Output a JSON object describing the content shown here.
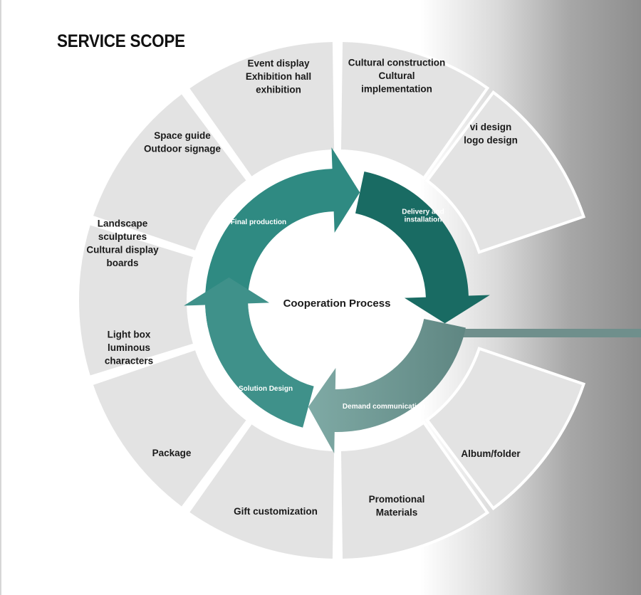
{
  "title": "SERVICE SCOPE",
  "center_label": "Cooperation Process",
  "segments": [
    {
      "lines": [
        "Cultural construction",
        "Cultural",
        "implementation"
      ]
    },
    {
      "lines": [
        "vi design",
        "logo design"
      ]
    },
    {
      "lines": [
        "Album/folder"
      ]
    },
    {
      "lines": [
        "Promotional",
        "Materials"
      ]
    },
    {
      "lines": [
        "Gift customization"
      ]
    },
    {
      "lines": [
        "Package"
      ]
    },
    {
      "lines": [
        "Light box",
        "luminous",
        "characters"
      ]
    },
    {
      "lines": [
        "Landscape",
        "sculptures",
        "Cultural display",
        "boards"
      ]
    },
    {
      "lines": [
        "Space guide",
        "Outdoor signage"
      ]
    },
    {
      "lines": [
        "Event display",
        "Exhibition hall",
        "exhibition"
      ]
    }
  ],
  "process_steps": [
    {
      "lines": [
        "Final production"
      ]
    },
    {
      "lines": [
        "Delivery and",
        "installation"
      ]
    },
    {
      "lines": [
        "Demand communication"
      ]
    },
    {
      "lines": [
        "Solution Design"
      ]
    }
  ],
  "colors": {
    "segment_fill": "#e3e3e3",
    "teal_dark": "#196b63",
    "teal_mid": "#2f8a82",
    "teal_light": "#8fbab5",
    "teal_solution": "#3f918a",
    "connector_line": "#6f8f8c"
  }
}
